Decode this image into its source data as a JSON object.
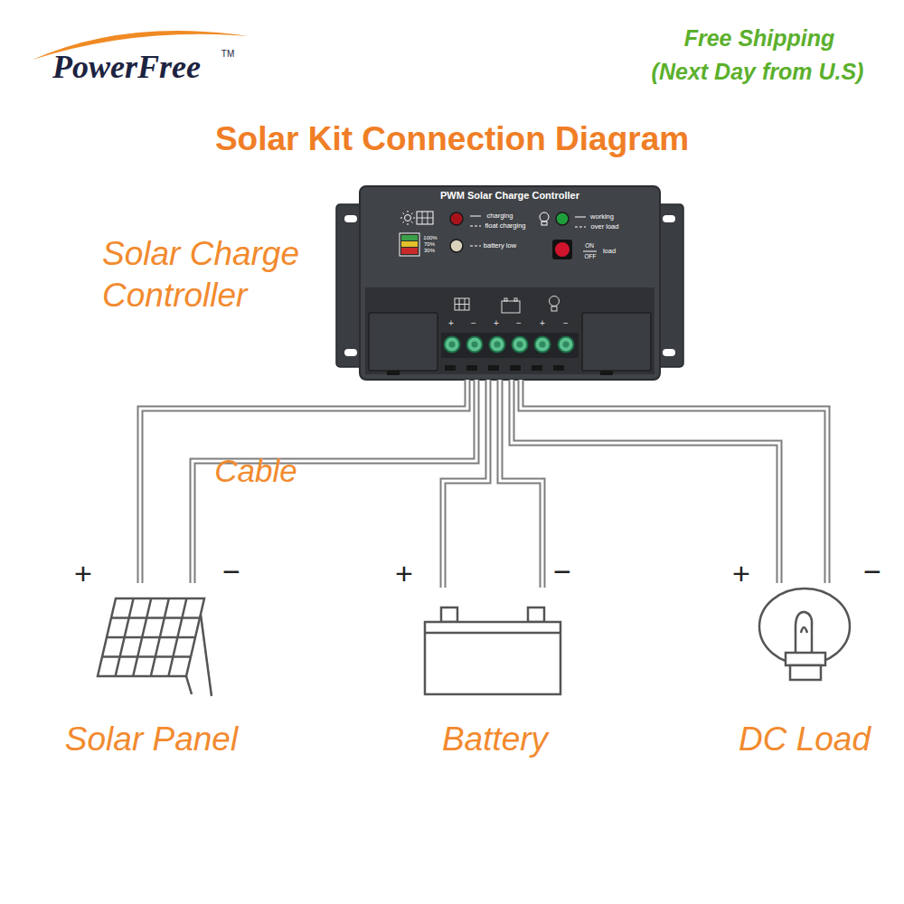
{
  "diagram": {
    "title": "Solar Kit Connection Diagram",
    "nodes": [
      {
        "text": [
          "Solar Charge Controller",
          "PWM Solar Charge Controller"
        ]
      },
      {
        "text": [
          "Solar Panel"
        ]
      },
      {
        "text": [
          "Battery"
        ]
      },
      {
        "text": [
          "DC Load"
        ]
      }
    ],
    "edges": [
      {
        "from": 0,
        "to": 1,
        "arrow": "none"
      },
      {
        "from": 0,
        "to": 1,
        "arrow": "none"
      },
      {
        "from": 0,
        "to": 2,
        "arrow": "none"
      },
      {
        "from": 0,
        "to": 2,
        "arrow": "none"
      },
      {
        "from": 0,
        "to": 3,
        "arrow": "none"
      },
      {
        "from": 0,
        "to": 3,
        "arrow": "none"
      }
    ],
    "labels": [
      "PowerFree",
      "TM",
      "Free Shipping",
      "(Next Day from U.S)",
      "charging",
      "float charging",
      "working",
      "over load",
      "battery low",
      "100%",
      "70%",
      "30%",
      "ON",
      "OFF",
      "load",
      "+",
      "−",
      "+",
      "−",
      "+",
      "−",
      "Cable",
      "+",
      "−",
      "+",
      "−",
      "+",
      "−"
    ]
  }
}
